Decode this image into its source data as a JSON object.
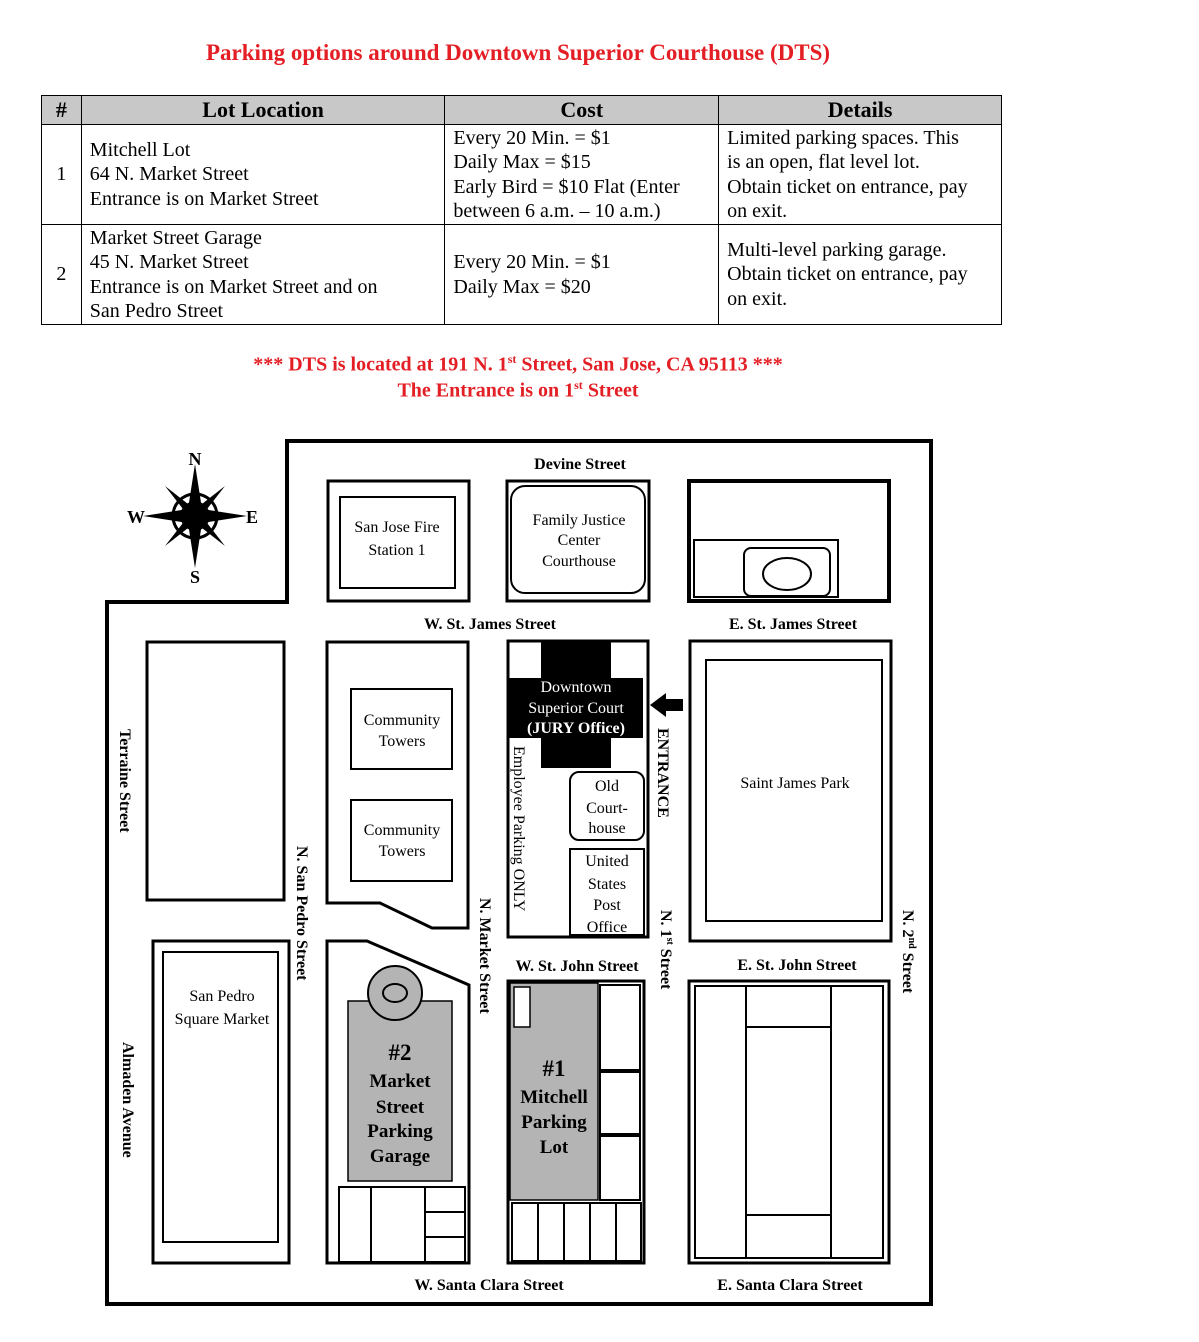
{
  "title": "Parking options around Downtown Superior Courthouse (DTS)",
  "table": {
    "headers": [
      "#",
      "Lot Location",
      "Cost",
      "Details"
    ],
    "rows": [
      {
        "num": "1",
        "location": [
          "Mitchell Lot",
          "64 N. Market Street",
          "Entrance is on Market Street"
        ],
        "cost": [
          "Every 20 Min. = $1",
          "Daily Max = $15",
          "Early Bird = $10 Flat (Enter",
          "between 6 a.m. – 10 a.m.)"
        ],
        "details": [
          "Limited parking spaces. This",
          "is an open, flat level lot.",
          "Obtain ticket on entrance, pay",
          "on exit."
        ]
      },
      {
        "num": "2",
        "location": [
          "Market Street Garage",
          "45 N. Market Street",
          "Entrance is on Market Street and on",
          "San Pedro Street"
        ],
        "cost": [
          "Every 20 Min. = $1",
          "Daily Max = $20"
        ],
        "details": [
          "Multi-level parking garage.",
          "Obtain ticket on entrance, pay",
          "on exit."
        ]
      }
    ]
  },
  "address_note": {
    "line1_prefix": "*** DTS is located at 191 N. 1",
    "line1_sup": "st",
    "line1_suffix": " Street, San Jose, CA 95113 ***",
    "line2_prefix": "The Entrance is on 1",
    "line2_sup": "st",
    "line2_suffix": " Street"
  },
  "compass": {
    "n": "N",
    "s": "S",
    "e": "E",
    "w": "W",
    "icon": "compass-rose-icon"
  },
  "streets": {
    "devine": "Devine Street",
    "w_st_james": "W. St. James Street",
    "e_st_james": "E. St. James Street",
    "w_st_john": "W. St. John Street",
    "e_st_john": "E. St. John Street",
    "w_santa_clara": "W. Santa Clara Street",
    "e_santa_clara": "E. Santa Clara Street",
    "terraine": "Terraine Street",
    "almaden": "Almaden Avenue",
    "n_san_pedro": "N. San Pedro Street",
    "n_market": "N. Market Street",
    "n_1st_prefix": "N. 1",
    "n_1st_sup": "st",
    "n_1st_suffix": " Street",
    "n_2nd_prefix": "N. 2",
    "n_2nd_sup": "nd",
    "n_2nd_suffix": " Street"
  },
  "buildings": {
    "fire_station": [
      "San Jose Fire",
      "Station 1"
    ],
    "family_justice": [
      "Family Justice",
      "Center",
      "Courthouse"
    ],
    "dts": [
      "Downtown",
      "Superior Court",
      "(JURY Office)"
    ],
    "entrance": "ENTRANCE",
    "employee_parking": "Employee Parking ONLY",
    "old_courthouse": [
      "Old",
      "Court-",
      "house"
    ],
    "post_office": [
      "United",
      "States",
      "Post",
      "Office"
    ],
    "community_towers_1": [
      "Community",
      "Towers"
    ],
    "community_towers_2": [
      "Community",
      "Towers"
    ],
    "saint_james_park": "Saint James Park",
    "san_pedro_market": [
      "San Pedro",
      "Square Market"
    ],
    "garage": [
      "#2",
      "Market",
      "Street",
      "Parking",
      "Garage"
    ],
    "mitchell": [
      "#1",
      "Mitchell",
      "Parking",
      "Lot"
    ]
  },
  "colors": {
    "accent_red": "#e31e24",
    "parking_gray": "#b4b4b4",
    "header_gray": "#c8c8c8"
  }
}
